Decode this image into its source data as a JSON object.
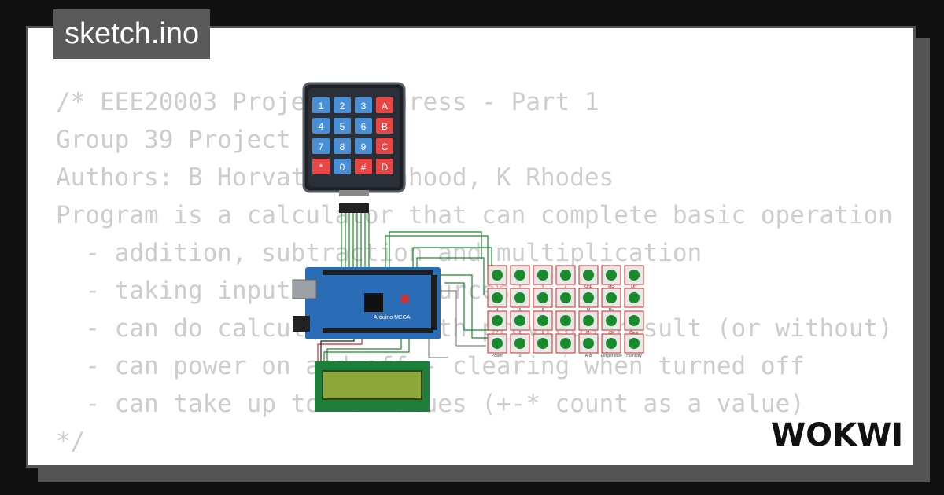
{
  "file_title": "sketch.ino",
  "code_lines": [
    "/* EEE20003 Project Progress - Part 1",
    "Group 39 Project",
    "Authors: B Horvath, M Mahood, K Rhodes",
    "Program is a calculator that can complete basic operations",
    "  - addition, subtraction and multiplication",
    "  - taking input from 2 sources",
    "  - can do calculations with previous result (or without)",
    "  - can power on and off - clearing when turned off",
    "  - can take up to 20 values (+-* count as a value)",
    "*/"
  ],
  "keypad": {
    "keys": [
      "1",
      "2",
      "3",
      "A",
      "4",
      "5",
      "6",
      "B",
      "7",
      "8",
      "9",
      "C",
      "*",
      "0",
      "#",
      "D"
    ],
    "colors": {
      "blue": "#4a8fd6",
      "red": "#e84545",
      "body": "#1f2329"
    }
  },
  "board": {
    "label": "Arduino MEGA",
    "color": "#2a6db6"
  },
  "button_labels": [
    [
      "1",
      "2",
      "3",
      "4",
      "SQR",
      "MR",
      "MC"
    ],
    [
      "4",
      "5",
      "6",
      "+",
      "M",
      "M+",
      ""
    ],
    [
      "7",
      "8",
      "9",
      "*",
      "M-",
      "CE",
      "Clear"
    ],
    [
      "Power",
      "0",
      "",
      "/",
      "Ans",
      "Temperature",
      "Humidity"
    ]
  ],
  "lcd": {
    "color": "#1e7f3b",
    "screen": "#8fa63a"
  },
  "brand": "WOKWI",
  "colors": {
    "background": "#111111",
    "card_border": "#555555",
    "code_text": "#cdcdcd",
    "title_bg": "#595959",
    "button_green": "#1b8a2c"
  }
}
